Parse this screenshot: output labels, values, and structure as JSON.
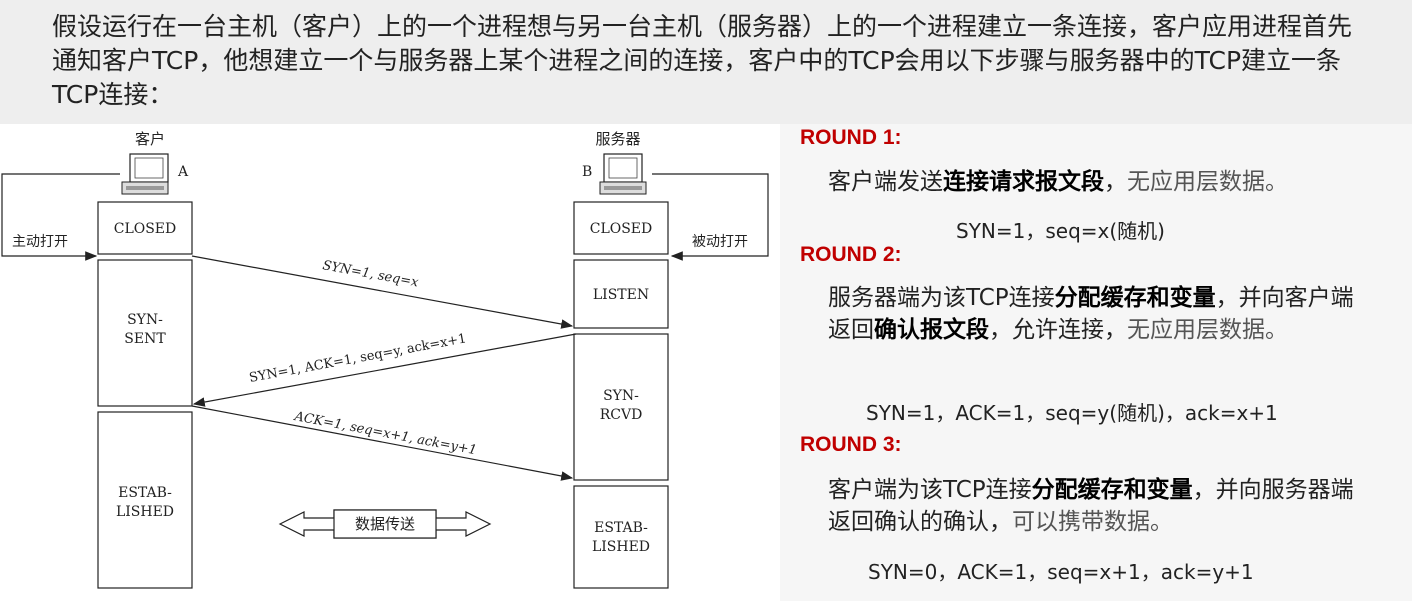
{
  "intro": {
    "text": "假设运行在一台主机（客户）上的一个进程想与另一台主机（服务器）上的一个进程建立一条连接，客户应用进程首先通知客户TCP，他想建立一个与服务器上某个进程之间的连接，客户中的TCP会用以下步骤与服务器中的TCP建立一条TCP连接："
  },
  "diagram": {
    "client_label": "客户",
    "server_label": "服务器",
    "client_host": "A",
    "server_host": "B",
    "active_open": "主动打开",
    "passive_open": "被动打开",
    "client_states": {
      "closed": "CLOSED",
      "syn_sent_1": "SYN-",
      "syn_sent_2": "SENT",
      "estab_1": "ESTAB-",
      "estab_2": "LISHED"
    },
    "server_states": {
      "closed": "CLOSED",
      "listen": "LISTEN",
      "syn_rcvd_1": "SYN-",
      "syn_rcvd_2": "RCVD",
      "estab_1": "ESTAB-",
      "estab_2": "LISHED"
    },
    "msg1": "SYN=1, seq=x",
    "msg2": "SYN=1, ACK=1, seq=y, ack=x+1",
    "msg3": "ACK=1, seq=x+1, ack=y+1",
    "data_transfer": "数据传送"
  },
  "rounds": [
    {
      "title": "ROUND 1:",
      "desc": {
        "p1": "客户端发送",
        "b1": "连接请求报文段",
        "p2": "，",
        "g1": "无应用层数据。"
      },
      "formula": "SYN=1，seq=x(随机)"
    },
    {
      "title": "ROUND 2:",
      "desc": {
        "p1": "服务器端为该TCP连接",
        "b1": "分配缓存和变量",
        "p2": "，并向客户端返回",
        "b2": "确认报文段",
        "p3": "，允许连接，",
        "g1": "无应用层数据。"
      },
      "formula": "SYN=1，ACK=1，seq=y(随机)，ack=x+1"
    },
    {
      "title": "ROUND 3:",
      "desc": {
        "p1": "客户端为该TCP连接",
        "b1": "分配缓存和变量",
        "p2": "，并向服务器端返回确认的确认，",
        "g1": "可以携带数据。"
      },
      "formula": "SYN=0，ACK=1，seq=x+1，ack=y+1"
    }
  ]
}
